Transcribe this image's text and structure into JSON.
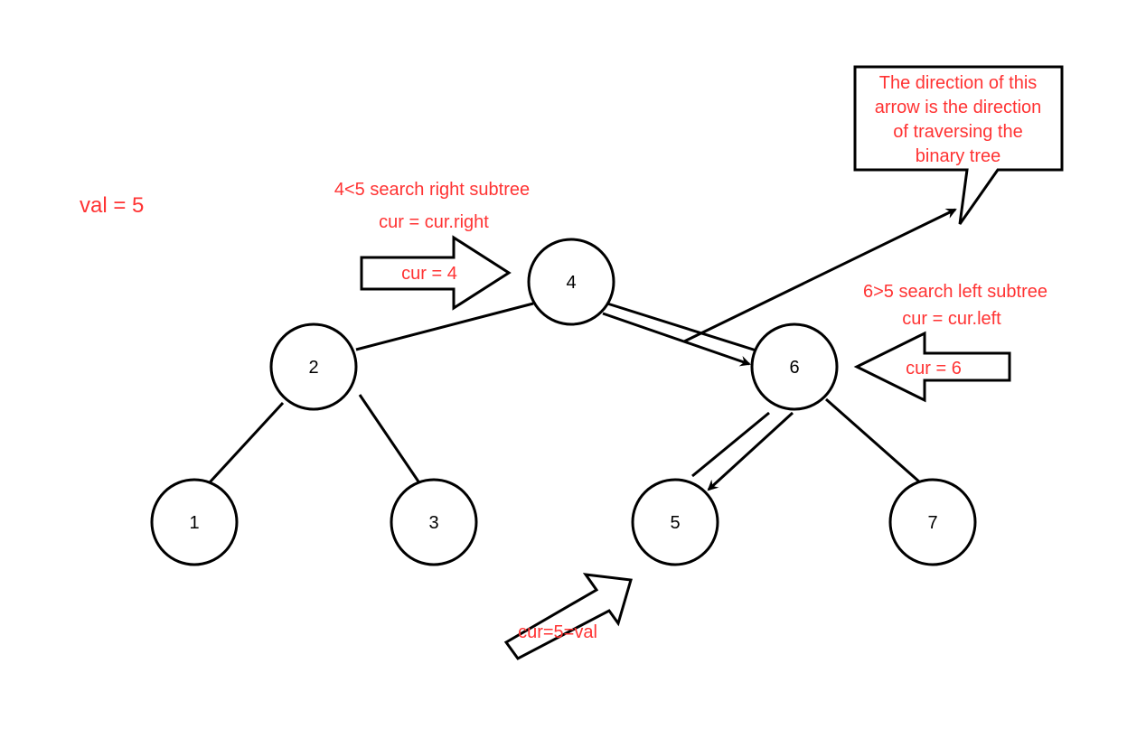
{
  "diagram": {
    "val_label": "val = 5",
    "nodes": [
      {
        "id": "n4",
        "label": "4"
      },
      {
        "id": "n2",
        "label": "2"
      },
      {
        "id": "n6",
        "label": "6"
      },
      {
        "id": "n1",
        "label": "1"
      },
      {
        "id": "n3",
        "label": "3"
      },
      {
        "id": "n5",
        "label": "5"
      },
      {
        "id": "n7",
        "label": "7"
      }
    ],
    "step1": {
      "condition": "4<5 search right subtree",
      "action": "cur = cur.right",
      "pointer": "cur = 4"
    },
    "step2": {
      "condition": "6>5 search left subtree",
      "action": "cur = cur.left",
      "pointer": "cur = 6"
    },
    "step3": {
      "pointer": "cur=5=val"
    },
    "callout": {
      "lines": [
        "The direction of this",
        "arrow is the direction",
        "of traversing the",
        "binary tree"
      ]
    },
    "colors": {
      "annotation": "#ff3333",
      "stroke": "#000000"
    }
  }
}
